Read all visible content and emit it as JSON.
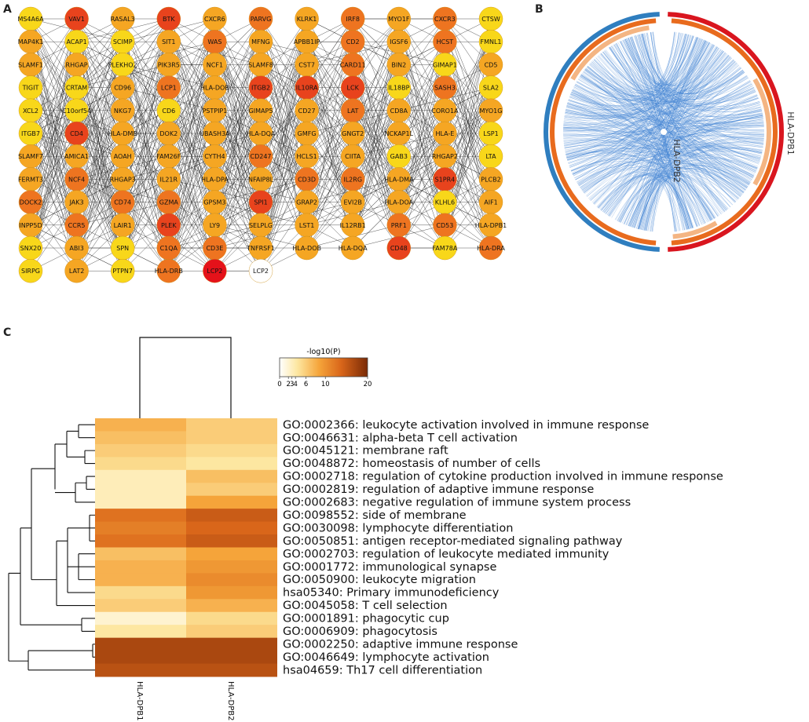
{
  "panels": {
    "a": "A",
    "b": "B",
    "c": "C"
  },
  "network": {
    "columns": [
      [
        "MS4A6A",
        "MAP4K1",
        "SLAMF1",
        "TIGIT",
        "XCL2",
        "ITGB7",
        "SLAMF7",
        "FERMT3",
        "DOCK2",
        "INPP5D",
        "SNX20",
        "SIRPG"
      ],
      [
        "VAV1",
        "ACAP1",
        "RHGAP",
        "CRTAM",
        "C10orf54",
        "CD4",
        "AMICA1",
        "NCF4",
        "JAK3",
        "CCR5",
        "ABI3",
        "LAT2"
      ],
      [
        "RASAL3",
        "SCIMP",
        "PLEKHO2",
        "CD96",
        "NKG7",
        "HLA-DMB",
        "AOAH",
        "RHGAP3",
        "CD74",
        "LAIR1",
        "SPN",
        "PTPN7"
      ],
      [
        "BTK",
        "SIT1",
        "PIK3R5",
        "LCP1",
        "CD6",
        "DOK2",
        "FAM26F",
        "IL21R",
        "GZMA",
        "PLEK",
        "C1QA",
        "HLA-DRB"
      ],
      [
        "CXCR6",
        "WAS",
        "NCF1",
        "HLA-DOB",
        "PSTPIP1",
        "UBASH3A",
        "CYTH4",
        "HLA-DPA",
        "GPSM3",
        "LY9",
        "CD3E",
        "LCP2"
      ],
      [
        "PARVG",
        "MFNG",
        "SLAMF8",
        "ITGB2",
        "GIMAP5",
        "HLA-DQA",
        "CD247",
        "NFAIP8L",
        "SPI1",
        "SELPLG",
        "TNFRSF1",
        "LCP2b"
      ],
      [
        "KLRK1",
        "APBB1IP",
        "CST7",
        "IL10RA",
        "CD27",
        "GMFG",
        "HCLS1",
        "CD3D",
        "GRAP2",
        "LST1",
        "HLA-DOB",
        ""
      ],
      [
        "IRF8",
        "CD2",
        "CARD11",
        "LCK",
        "LAT",
        "GNGT2",
        "CIITA",
        "IL2RG",
        "EVI2B",
        "IL12RB1",
        "HLA-DQA",
        ""
      ],
      [
        "MYO1F",
        "IGSF6",
        "BIN2",
        "IL18BP",
        "CD8A",
        "NCKAP1L",
        "GAB3",
        "HLA-DMA",
        "HLA-DOA",
        "PRF1",
        "CD48",
        ""
      ],
      [
        "CXCR3",
        "HCST",
        "GIMAP1",
        "SASH3",
        "CORO1A",
        "HLA-E",
        "RHGAP2",
        "S1PR4",
        "KLHL6",
        "CD53",
        "FAM78A",
        ""
      ],
      [
        "CTSW",
        "FMNL1",
        "CD5",
        "SLA2",
        "MYO1G",
        "LSP1",
        "LTA",
        "PLCB2",
        "AIF1",
        "HLA-DPB1",
        "HLA-DRA",
        ""
      ]
    ],
    "node_colors": [
      [
        1,
        2,
        2,
        1,
        1,
        1,
        2,
        2,
        3,
        2,
        1,
        1
      ],
      [
        4,
        1,
        2,
        1,
        1,
        4,
        2,
        3,
        2,
        3,
        2,
        2
      ],
      [
        2,
        1,
        1,
        2,
        2,
        2,
        2,
        2,
        3,
        2,
        1,
        1
      ],
      [
        4,
        2,
        2,
        3,
        1,
        2,
        2,
        2,
        3,
        4,
        3,
        3
      ],
      [
        2,
        3,
        2,
        2,
        2,
        2,
        2,
        2,
        2,
        2,
        3,
        5
      ],
      [
        3,
        2,
        2,
        4,
        2,
        2,
        3,
        2,
        4,
        2,
        2,
        0
      ],
      [
        2,
        2,
        2,
        4,
        2,
        2,
        2,
        3,
        2,
        2,
        2,
        0
      ],
      [
        3,
        3,
        3,
        4,
        3,
        2,
        2,
        3,
        2,
        2,
        2,
        0
      ],
      [
        2,
        2,
        2,
        1,
        2,
        2,
        1,
        2,
        2,
        3,
        4,
        0
      ],
      [
        3,
        3,
        1,
        3,
        2,
        2,
        2,
        4,
        1,
        3,
        1,
        0
      ],
      [
        1,
        1,
        2,
        1,
        2,
        1,
        1,
        2,
        2,
        2,
        3,
        0
      ]
    ],
    "palette": [
      "#ffffff",
      "#f8d71a",
      "#f5a623",
      "#ee7420",
      "#e8431d",
      "#e5121a"
    ]
  },
  "chord": {
    "labels": [
      "HLA-DPB2",
      "HLA-DPB1"
    ],
    "colors": {
      "left_outer": "#2f7ebf",
      "right_outer": "#d9161f",
      "mid": "#e86b1e",
      "light": "#f4b583",
      "links": "#3d7fd2"
    }
  },
  "heatmap": {
    "colorbar_title": "-log10(P)",
    "colorbar_ticks": [
      "0",
      "2",
      "3",
      "4",
      "6",
      "10",
      "20"
    ],
    "colorbar_values": [
      0,
      2,
      3,
      4,
      6,
      10,
      20
    ],
    "columns": [
      "HLA-DPB1",
      "HLA-DPB2"
    ],
    "rows": [
      "GO:0002366: leukocyte activation involved in immune response",
      "GO:0046631: alpha-beta T cell activation",
      "GO:0045121: membrane raft",
      "GO:0048872: homeostasis of number of cells",
      "GO:0002718: regulation of cytokine production involved in immune response",
      "GO:0002819: regulation of adaptive immune response",
      "GO:0002683: negative regulation of immune system process",
      "GO:0098552: side of membrane",
      "GO:0030098: lymphocyte differentiation",
      "GO:0050851: antigen receptor-mediated signaling pathway",
      "GO:0002703: regulation of leukocyte mediated immunity",
      "GO:0001772: immunological synapse",
      "GO:0050900: leukocyte migration",
      "hsa05340: Primary immunodeficiency",
      "GO:0045058: T cell selection",
      "GO:0001891: phagocytic cup",
      "GO:0006909: phagocytosis",
      "GO:0002250: adaptive immune response",
      "GO:0046649: lymphocyte activation",
      "hsa04659: Th17 cell differentiation"
    ],
    "values": [
      [
        8,
        6
      ],
      [
        7,
        6
      ],
      [
        6,
        5
      ],
      [
        5,
        4
      ],
      [
        3,
        7
      ],
      [
        3,
        6
      ],
      [
        3,
        9
      ],
      [
        13,
        15
      ],
      [
        12,
        14
      ],
      [
        13,
        15
      ],
      [
        7,
        9
      ],
      [
        8,
        10
      ],
      [
        8,
        11
      ],
      [
        5,
        10
      ],
      [
        6,
        8
      ],
      [
        2,
        5
      ],
      [
        4,
        6
      ],
      [
        17,
        17
      ],
      [
        17,
        17
      ],
      [
        16,
        16
      ]
    ]
  }
}
